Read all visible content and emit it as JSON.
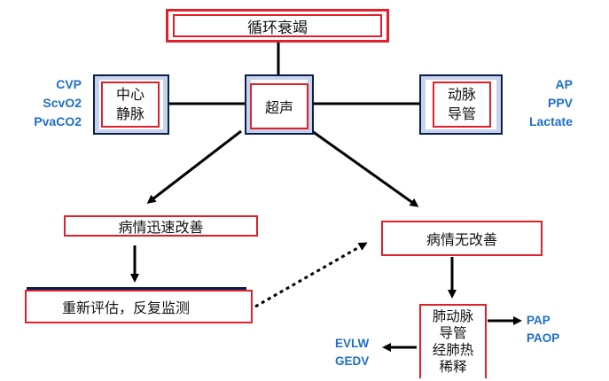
{
  "top_box": {
    "label": "循环衰竭"
  },
  "central_venous": {
    "label_line1": "中心",
    "label_line2": "静脉"
  },
  "ultrasound": {
    "label": "超声"
  },
  "arterial_line": {
    "label_line1": "动脉",
    "label_line2": "导管"
  },
  "left_params": [
    "CVP",
    "ScvO2",
    "PvaCO2"
  ],
  "right_params": [
    "AP",
    "PPV",
    "Lactate"
  ],
  "improve_box": {
    "label": "病情迅速改善"
  },
  "no_improve_box": {
    "label": "病情无改善"
  },
  "reassess_box": {
    "label": "重新评估，反复监测"
  },
  "pa_catheter": {
    "lines": [
      "肺动脉",
      "导管",
      "经肺热",
      "稀释"
    ]
  },
  "pa_params": [
    "PAP",
    "PAOP"
  ],
  "transpulm_params": [
    "EVLW",
    "GEDV"
  ]
}
